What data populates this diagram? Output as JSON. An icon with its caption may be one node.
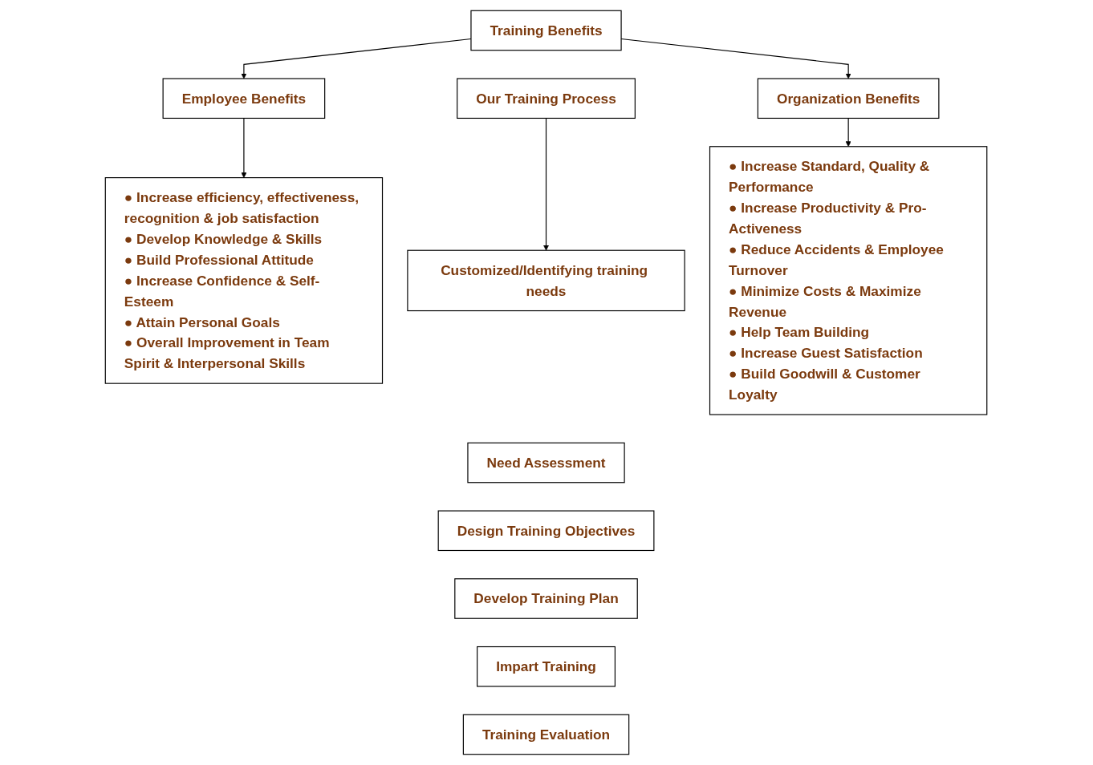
{
  "diagram": {
    "nodes": [
      {
        "text": [
          "Training Benefits"
        ]
      },
      {
        "text": [
          "Employee Benefits"
        ]
      },
      {
        "text": [
          "Our Training Process"
        ]
      },
      {
        "text": [
          "Organization Benefits"
        ]
      },
      {
        "text": [
          "● Increase efficiency, effectiveness, recognition & job satisfaction",
          "● Develop Knowledge & Skills",
          "● Build Professional Attitude",
          "● Increase Confidence & Self-Esteem",
          "● Attain Personal Goals",
          "● Overall Improvement in Team Spirit & Interpersonal Skills"
        ]
      },
      {
        "text": [
          "Customized/Identifying training needs"
        ]
      },
      {
        "text": [
          "Need Assessment"
        ]
      },
      {
        "text": [
          "Design Training Objectives"
        ]
      },
      {
        "text": [
          "Develop Training Plan"
        ]
      },
      {
        "text": [
          "Impart Training"
        ]
      },
      {
        "text": [
          "Training Evaluation"
        ]
      },
      {
        "text": [
          "● Increase Standard, Quality & Performance",
          "● Increase Productivity & Pro-Activeness",
          "● Reduce Accidents & Employee Turnover",
          "● Minimize Costs & Maximize Revenue",
          "● Help Team Building",
          "● Increase Guest Satisfaction",
          "● Build Goodwill & Customer Loyalty"
        ]
      }
    ],
    "edges": [
      {
        "from": 0,
        "to": 1,
        "arrow": "to"
      },
      {
        "from": 0,
        "to": 3,
        "arrow": "to"
      },
      {
        "from": 1,
        "to": 4,
        "arrow": "to"
      },
      {
        "from": 2,
        "to": 5,
        "arrow": "to"
      },
      {
        "from": 3,
        "to": 11,
        "arrow": "to"
      }
    ]
  }
}
